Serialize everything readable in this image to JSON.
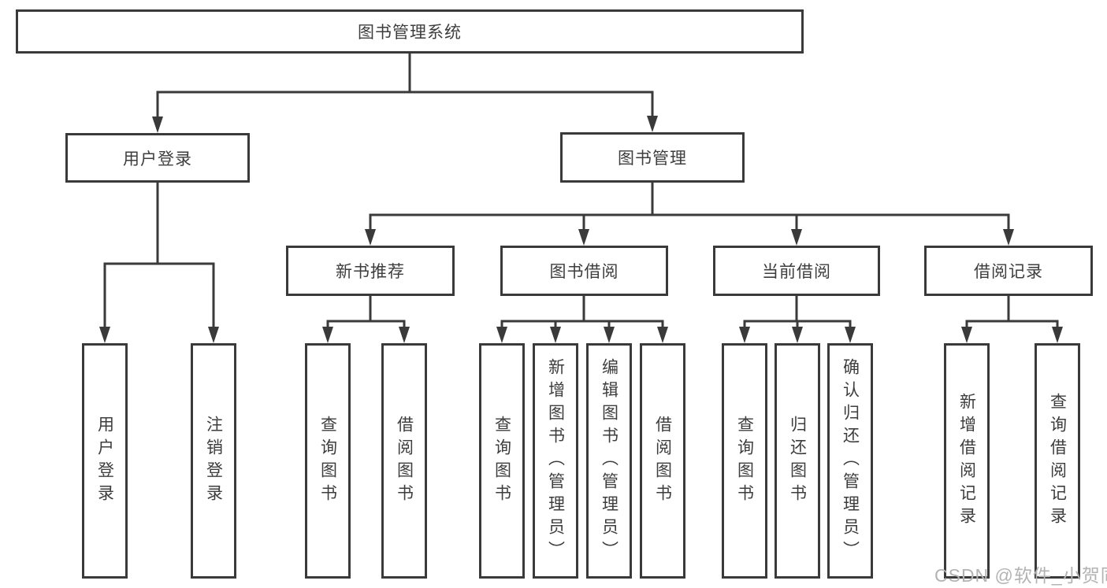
{
  "root": {
    "label": "图书管理系统"
  },
  "branches": [
    {
      "label": "用户登录",
      "leaves": [
        "用户登录",
        "注销登录"
      ]
    },
    {
      "label": "图书管理"
    }
  ],
  "modules": [
    {
      "label": "新书推荐",
      "leaves": [
        "查询图书",
        "借阅图书"
      ]
    },
    {
      "label": "图书借阅",
      "leaves": [
        "查询图书",
        "新增图书（管理员）",
        "编辑图书（管理员）",
        "借阅图书"
      ]
    },
    {
      "label": "当前借阅",
      "leaves": [
        "查询图书",
        "归还图书",
        "确认归还（管理员）"
      ]
    },
    {
      "label": "借阅记录",
      "leaves": [
        "新增借阅记录",
        "查询借阅记录"
      ]
    }
  ],
  "watermark": "CSDN @软件_小贺同学",
  "colors": {
    "line": "#3a3a3a",
    "text": "#3d3d3d",
    "background": "#ffffff",
    "watermark": "#b3b3b3"
  }
}
